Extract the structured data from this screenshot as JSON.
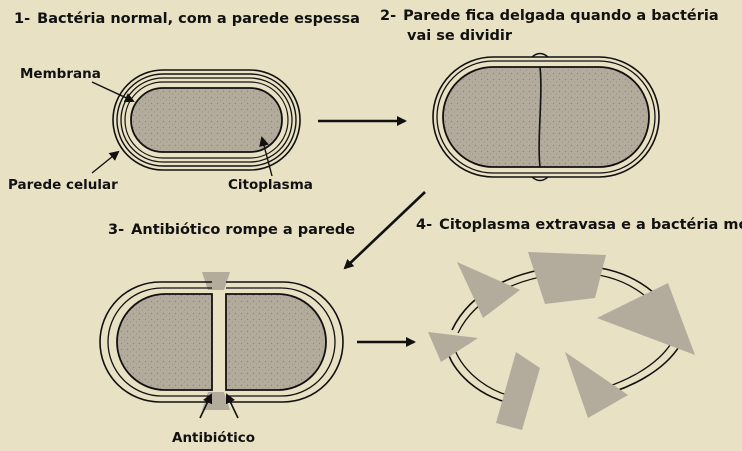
{
  "steps": [
    {
      "number": "1-",
      "text": "Bactéria normal, com a parede espessa"
    },
    {
      "number": "2-",
      "text_line1": "Parede fica delgada quando a bactéria",
      "text_line2": "vai se dividir"
    },
    {
      "number": "3-",
      "text": "Antibiótico rompe a parede"
    },
    {
      "number": "4-",
      "text": "Citoplasma extravasa e a bactéria morre"
    }
  ],
  "labels": {
    "membrana": "Membrana",
    "parede_celular": "Parede celular",
    "citoplasma": "Citoplasma",
    "antibiotico": "Antibiótico"
  },
  "colors": {
    "background": "#e9e1c3",
    "ink": "#111111",
    "cytoplasm": "#b3ab9c",
    "cytoplasm_speckle": "#8f887b"
  }
}
